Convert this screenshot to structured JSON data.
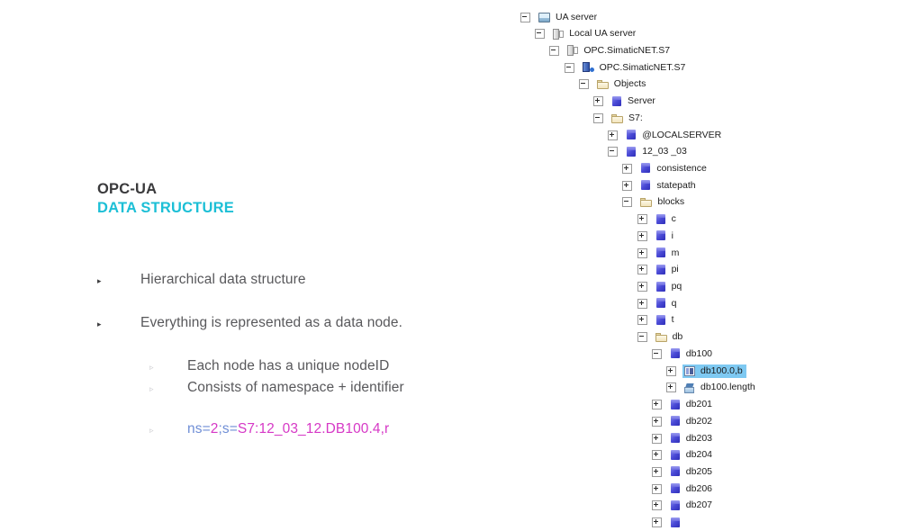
{
  "slide": {
    "title_primary": "OPC-UA",
    "title_accent": "DATA STRUCTURE",
    "accent_color": "#1cbfd6",
    "bullets": [
      {
        "level": 1,
        "marker": "triangle-filled",
        "text": "Hierarchical data structure"
      },
      {
        "level": 1,
        "marker": "triangle-filled",
        "text": "Everything is represented as a data node."
      },
      {
        "level": 2,
        "marker": "triangle-outline",
        "text": "Each node has a unique nodeID"
      },
      {
        "level": 2,
        "marker": "triangle-outline",
        "text": "Consists of namespace + identifier"
      }
    ],
    "nodeid": {
      "marker": "triangle-outline",
      "segments": [
        {
          "text": "ns=",
          "color": "#6f8ed6"
        },
        {
          "text": "2",
          "color": "#d638c6"
        },
        {
          "text": ";s=",
          "color": "#6f8ed6"
        },
        {
          "text": "S7:12_03_12.DB100.4,r",
          "color": "#d638c6"
        }
      ],
      "full_text": "ns=2;s=S7:12_03_12.DB100.4,r"
    }
  },
  "tree": {
    "selection_color": "#7ec9f2",
    "rows": [
      {
        "label": "UA server",
        "depth": 0,
        "icon": "monitor-icon",
        "state": "expanded",
        "selected": false
      },
      {
        "label": "Local UA server",
        "depth": 1,
        "icon": "server-grey-icon",
        "state": "expanded",
        "selected": false
      },
      {
        "label": "OPC.SimaticNET.S7",
        "depth": 2,
        "icon": "server-grey-icon",
        "state": "expanded",
        "selected": false
      },
      {
        "label": "OPC.SimaticNET.S7",
        "depth": 3,
        "icon": "server-blue-icon",
        "state": "expanded",
        "selected": false
      },
      {
        "label": "Objects",
        "depth": 4,
        "icon": "folder-icon",
        "state": "expanded",
        "selected": false
      },
      {
        "label": "Server",
        "depth": 5,
        "icon": "cube-icon",
        "state": "collapsed",
        "selected": false
      },
      {
        "label": "S7:",
        "depth": 5,
        "icon": "folder-icon",
        "state": "expanded",
        "selected": false
      },
      {
        "label": "@LOCALSERVER",
        "depth": 6,
        "icon": "cube-icon",
        "state": "collapsed",
        "selected": false
      },
      {
        "label": "12_03 _03",
        "depth": 6,
        "icon": "cube-icon",
        "state": "expanded",
        "selected": false
      },
      {
        "label": "consistence",
        "depth": 7,
        "icon": "cube-icon",
        "state": "collapsed",
        "selected": false
      },
      {
        "label": "statepath",
        "depth": 7,
        "icon": "cube-icon",
        "state": "collapsed",
        "selected": false
      },
      {
        "label": "blocks",
        "depth": 7,
        "icon": "folder-icon",
        "state": "expanded",
        "selected": false
      },
      {
        "label": "c",
        "depth": 8,
        "icon": "cube-icon",
        "state": "collapsed",
        "selected": false
      },
      {
        "label": "i",
        "depth": 8,
        "icon": "cube-icon",
        "state": "collapsed",
        "selected": false
      },
      {
        "label": "m",
        "depth": 8,
        "icon": "cube-icon",
        "state": "collapsed",
        "selected": false
      },
      {
        "label": "pi",
        "depth": 8,
        "icon": "cube-icon",
        "state": "collapsed",
        "selected": false
      },
      {
        "label": "pq",
        "depth": 8,
        "icon": "cube-icon",
        "state": "collapsed",
        "selected": false
      },
      {
        "label": "q",
        "depth": 8,
        "icon": "cube-icon",
        "state": "collapsed",
        "selected": false
      },
      {
        "label": "t",
        "depth": 8,
        "icon": "cube-icon",
        "state": "collapsed",
        "selected": false
      },
      {
        "label": "db",
        "depth": 8,
        "icon": "folder-icon",
        "state": "expanded",
        "selected": false
      },
      {
        "label": "db100",
        "depth": 9,
        "icon": "cube-icon",
        "state": "expanded",
        "selected": false
      },
      {
        "label": "db100.0,b",
        "depth": 10,
        "icon": "variable-icon",
        "state": "collapsed",
        "selected": true
      },
      {
        "label": "db100.length",
        "depth": 10,
        "icon": "property-icon",
        "state": "collapsed",
        "selected": false
      },
      {
        "label": "db201",
        "depth": 9,
        "icon": "cube-icon",
        "state": "collapsed",
        "selected": false
      },
      {
        "label": "db202",
        "depth": 9,
        "icon": "cube-icon",
        "state": "collapsed",
        "selected": false
      },
      {
        "label": "db203",
        "depth": 9,
        "icon": "cube-icon",
        "state": "collapsed",
        "selected": false
      },
      {
        "label": "db204",
        "depth": 9,
        "icon": "cube-icon",
        "state": "collapsed",
        "selected": false
      },
      {
        "label": "db205",
        "depth": 9,
        "icon": "cube-icon",
        "state": "collapsed",
        "selected": false
      },
      {
        "label": "db206",
        "depth": 9,
        "icon": "cube-icon",
        "state": "collapsed",
        "selected": false
      },
      {
        "label": "db207",
        "depth": 9,
        "icon": "cube-icon",
        "state": "collapsed",
        "selected": false
      },
      {
        "label": "",
        "depth": 9,
        "icon": "cube-icon",
        "state": "collapsed",
        "selected": false
      }
    ]
  }
}
